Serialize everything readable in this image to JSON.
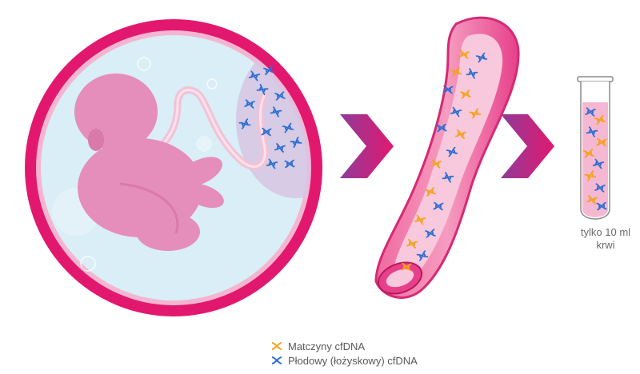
{
  "tube": {
    "caption_line1": "tylko 10 ml",
    "caption_line2": "krwi"
  },
  "legend": {
    "items": [
      {
        "label": "Matczyny cfDNA",
        "color": "#f5a21c",
        "icon": "dna-helix-icon"
      },
      {
        "label": "Płodowy (łożyskowy) cfDNA",
        "color": "#2f6fd1",
        "icon": "dna-helix-icon"
      }
    ]
  },
  "colors": {
    "magenta": "#e2186f",
    "amniotic_fluid": "#d9eef6",
    "placenta": "#d8c8e6",
    "fetus": "#e58dbb",
    "vessel_outer": "#e7408a",
    "vessel_inner": "#f7c3d8",
    "chevron": "#c23b8c"
  }
}
